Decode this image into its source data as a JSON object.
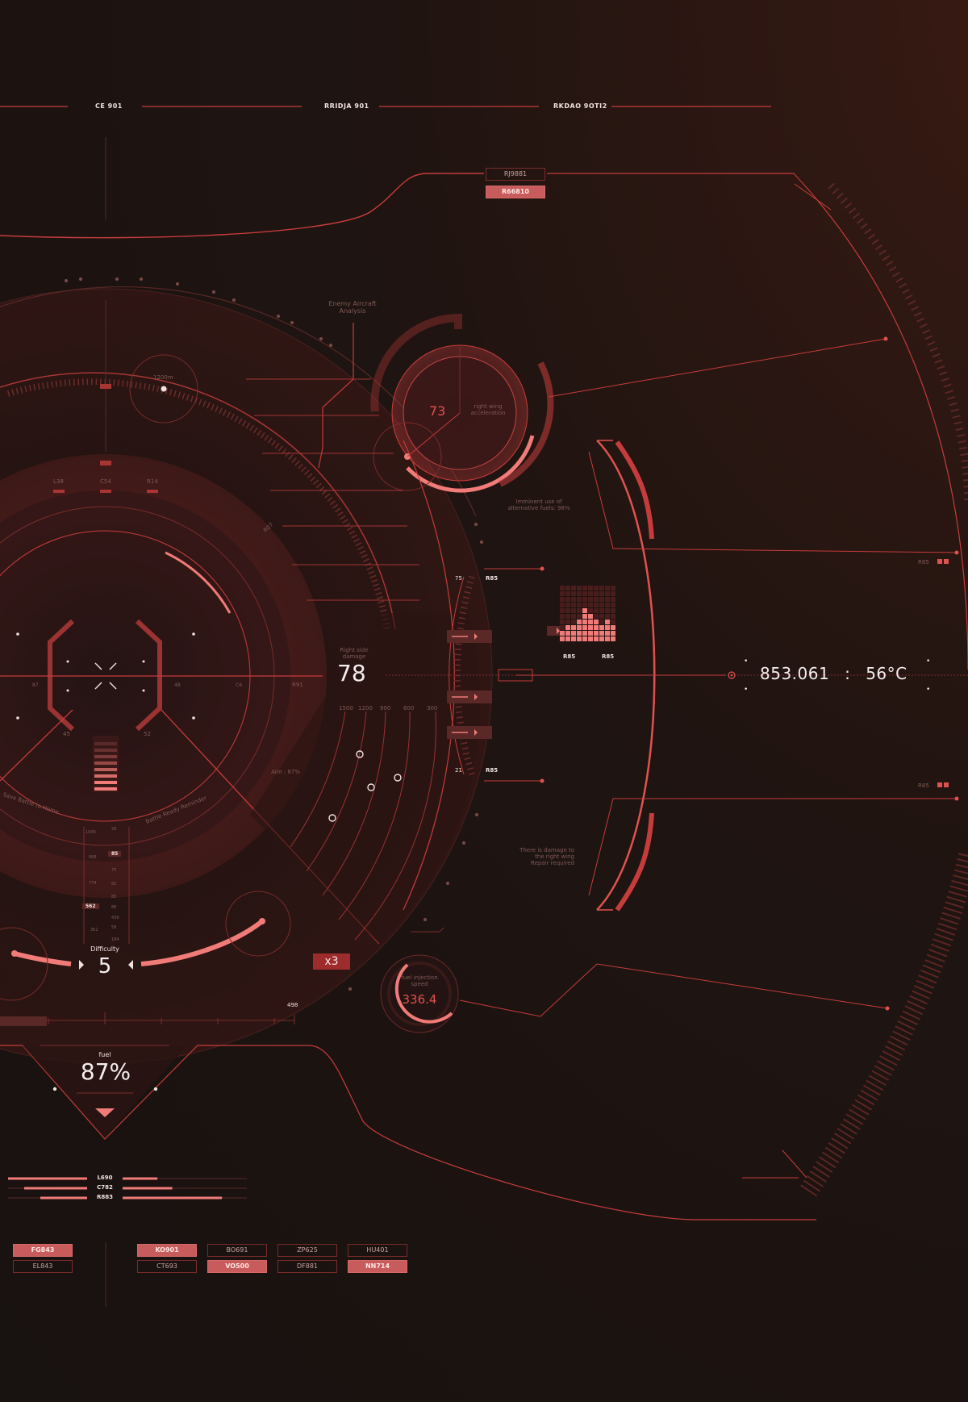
{
  "top_bar": {
    "labels": [
      "CE 901",
      "RRIDJA 901",
      "RKDAO 9OTI2"
    ]
  },
  "upper_tags": {
    "outline": "RJ9881",
    "filled": "R66810"
  },
  "enemy_analysis": {
    "label_line1": "Enemy Aircraft",
    "label_line2": "Analysis"
  },
  "altitude_ring": {
    "label": "1200m"
  },
  "inner_markers": [
    "L38",
    "C54",
    "R14"
  ],
  "right_wing": {
    "value": "73",
    "label_line1": "right wing",
    "label_line2": "acceleration"
  },
  "alt_fuels": {
    "line1": "Imminent use of",
    "line2": "alternative fuels: 98%"
  },
  "r07_tag": "R07",
  "damage": {
    "label_line1": "Right side",
    "label_line2": "damage",
    "value": "78"
  },
  "speed_ticks": [
    "1500",
    "1200",
    "900",
    "600",
    "300"
  ],
  "gauge_labels": {
    "upper_num": "75",
    "upper_tag": "R85",
    "lower_num": "21",
    "lower_tag": "R85"
  },
  "grid_labels": [
    "R85",
    "R85"
  ],
  "readout": {
    "value": "853.061",
    "sep": ":",
    "temp": "56°C"
  },
  "side_tags": [
    "R85",
    "R85"
  ],
  "aim": "Aim : 87%",
  "reticle_small": {
    "left": "45",
    "right": "52",
    "r91": "R91",
    "c6": "C6",
    "l48": "48",
    "l87": "87"
  },
  "curved_text": {
    "left": "Save Battle to Home",
    "right": "Battle Ready Reminder"
  },
  "wing_damage": {
    "line1": "There is damage to",
    "line2": "the right wing",
    "line3": "Repair required"
  },
  "ladder": {
    "left": [
      "1009",
      "888",
      "774",
      "",
      "361"
    ],
    "right": [
      "28",
      "75",
      "82",
      "85",
      "88",
      "436",
      "58",
      "184"
    ],
    "marker_top": "85",
    "marker_left": "562"
  },
  "difficulty": {
    "label": "Difficulty",
    "value": "5"
  },
  "multiplier": "x3",
  "fuel_injection": {
    "label_line1": "fuel injection",
    "label_line2": "speed",
    "value": "336.4"
  },
  "scale_end": "498",
  "fuel": {
    "label": "fuel",
    "value": "87%"
  },
  "bars": [
    {
      "label": "L690",
      "fill": 0.28
    },
    {
      "label": "C782",
      "fill": 0.4
    },
    {
      "label": "R883",
      "fill": 0.8
    }
  ],
  "bottom_tags_left": [
    {
      "text": "FG843",
      "filled": true
    },
    {
      "text": "EL843",
      "filled": false
    }
  ],
  "bottom_grid": [
    [
      {
        "text": "KO901",
        "filled": true
      },
      {
        "text": "BO691",
        "filled": false
      },
      {
        "text": "ZP625",
        "filled": false
      },
      {
        "text": "HU401",
        "filled": false
      }
    ],
    [
      {
        "text": "CT693",
        "filled": false
      },
      {
        "text": "VO500",
        "filled": true
      },
      {
        "text": "DF881",
        "filled": false
      },
      {
        "text": "NN714",
        "filled": true
      }
    ]
  ],
  "colors": {
    "accent": "#e0524f",
    "accent_soft": "#f07b78",
    "line": "#c63c3c",
    "dim_line": "#5a2826",
    "text": "#f1e2de"
  }
}
